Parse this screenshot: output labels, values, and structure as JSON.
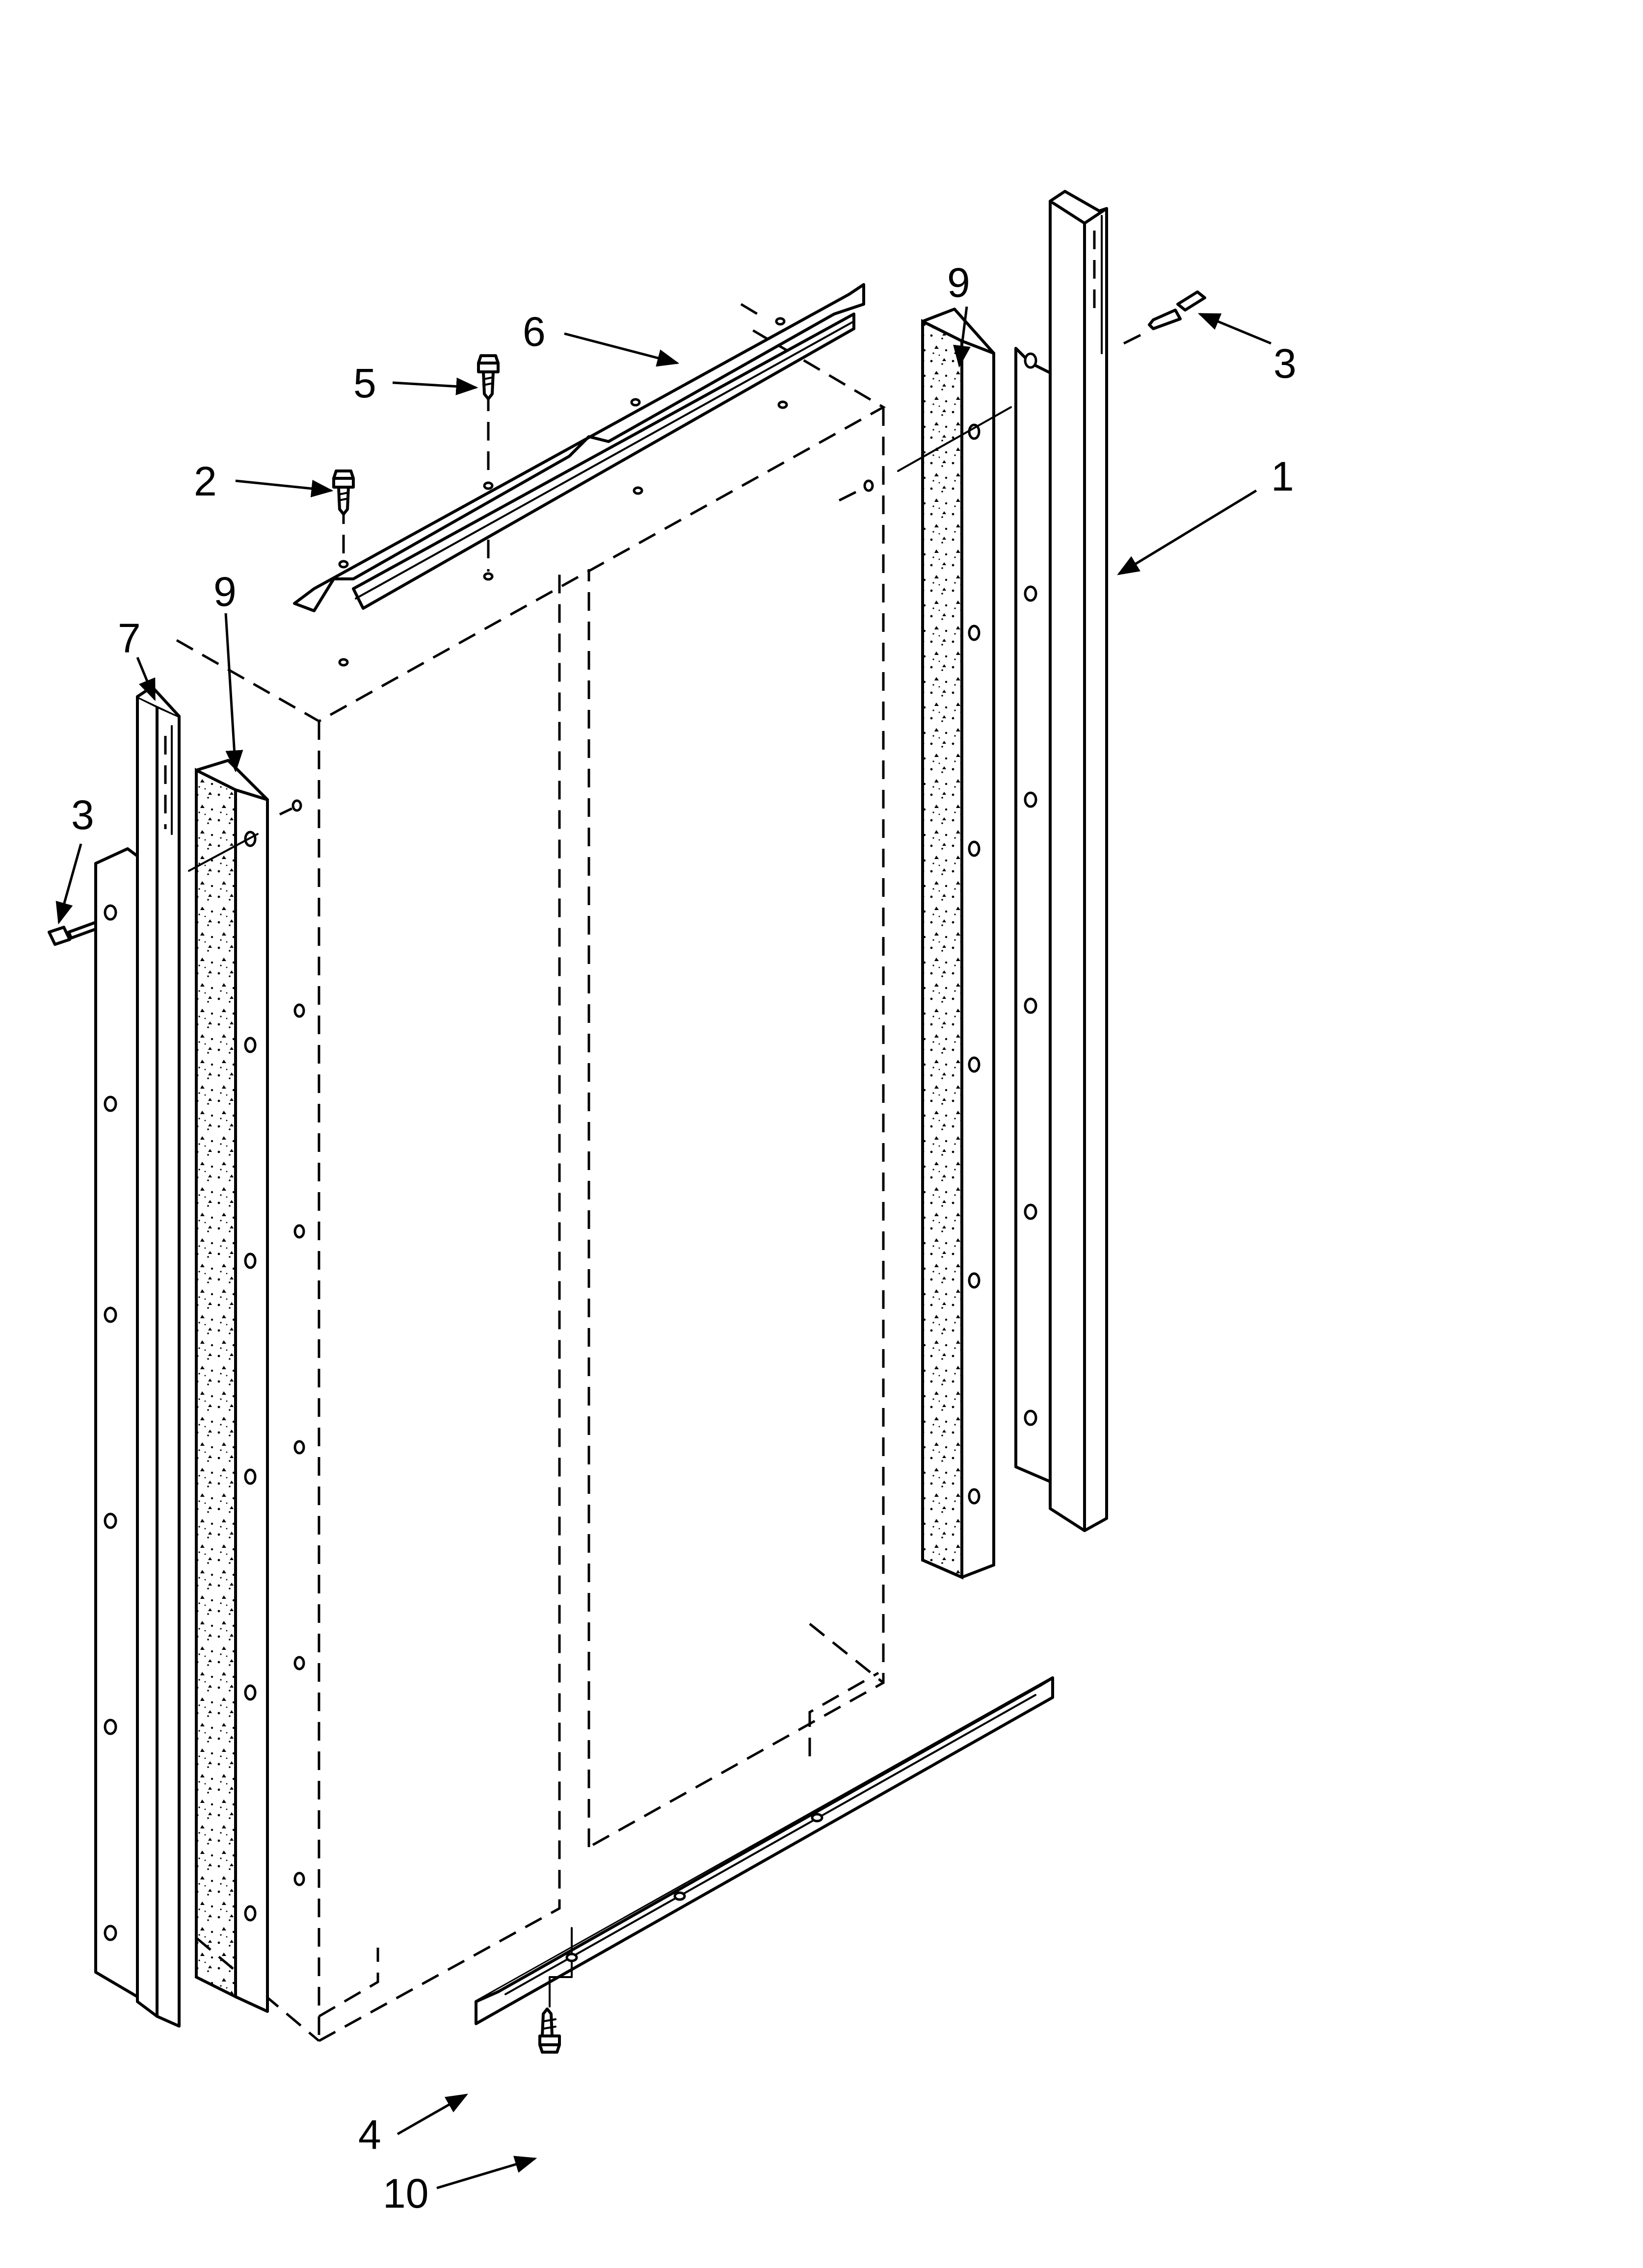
{
  "callouts": {
    "c1": "1",
    "c2": "2",
    "c3_right": "3",
    "c3_left": "3",
    "c4": "4",
    "c5": "5",
    "c6": "6",
    "c7": "7",
    "c9_left": "9",
    "c9_right": "9",
    "c10": "10"
  }
}
